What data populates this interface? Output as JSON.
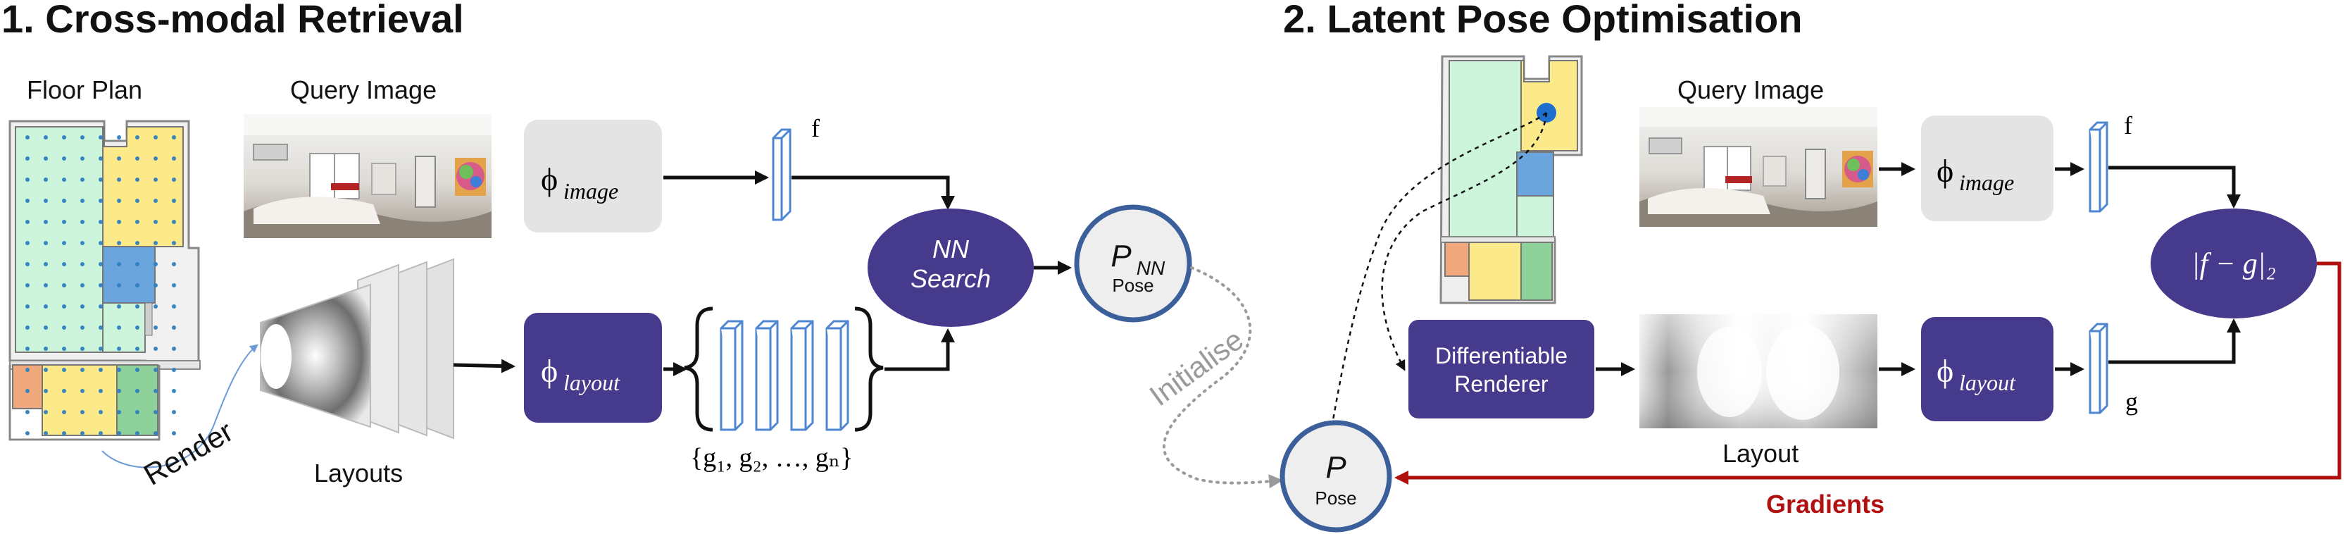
{
  "section1": {
    "title": "1. Cross-modal Retrieval",
    "floor_plan_label": "Floor Plan",
    "query_image_label": "Query Image",
    "layouts_label": "Layouts",
    "render_label": "Render",
    "phi_image_main": "ϕ",
    "phi_image_sub": "image",
    "phi_layout_main": "ϕ",
    "phi_layout_sub": "layout",
    "feature_label": "f",
    "set_label": "{g₁, g₂, …, gₙ}",
    "nn_search_line1": "NN",
    "nn_search_line2": "Search",
    "pnn_main": "P",
    "pnn_sub": "NN",
    "pnn_caption": "Pose"
  },
  "section2": {
    "title": "2. Latent Pose Optimisation",
    "query_image_label": "Query Image",
    "phi_image_main": "ϕ",
    "phi_image_sub": "image",
    "phi_layout_main": "ϕ",
    "phi_layout_sub": "layout",
    "feature_f": "f",
    "feature_g": "g",
    "renderer_line1": "Differentiable",
    "renderer_line2": "Renderer",
    "layout_label": "Layout",
    "loss_label": "|f − g|₂",
    "pose_main": "P",
    "pose_caption": "Pose",
    "gradients_label": "Gradients",
    "initialise_label": "Initialise"
  },
  "colors": {
    "purple": "#463a8c",
    "gray_box": "#e4e4e4",
    "feature_blue": "#4f86d1",
    "pose_ring": "#3b5f9b",
    "gradient_red": "#b01010",
    "room_green": "#ccf5dc",
    "room_yellow": "#fbe98a",
    "room_blue": "#6aa6dd",
    "room_orange": "#f1a87c",
    "room_darkgreen": "#8fd19a"
  }
}
